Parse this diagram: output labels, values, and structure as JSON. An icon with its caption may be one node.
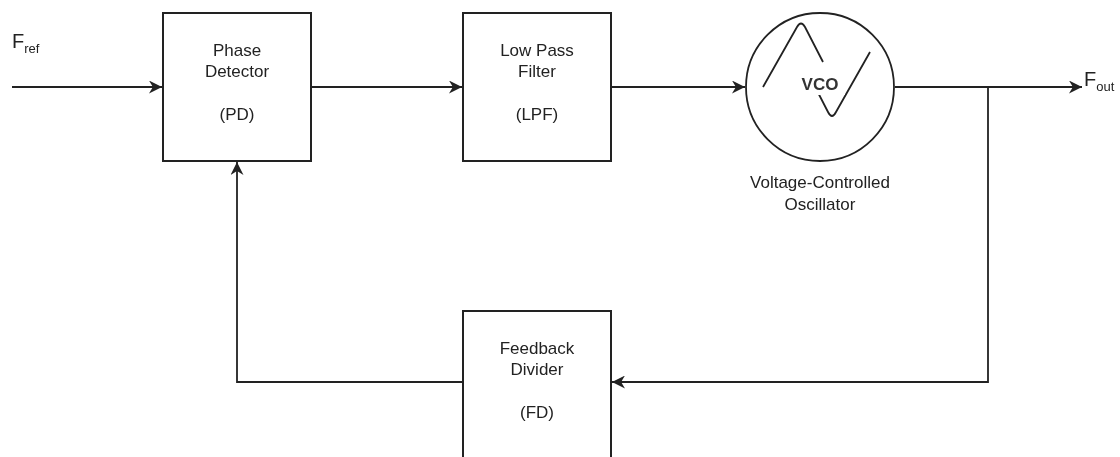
{
  "diagram": {
    "nodes": [
      {
        "text": [
          "F$_{ref}$"
        ]
      },
      {
        "text": [
          "Phase Detector",
          "(PD)"
        ]
      },
      {
        "text": [
          "Low Pass Filter",
          "(LPF)"
        ]
      },
      {
        "text": [
          "VCO"
        ],
        "beside": [
          "Voltage-Controlled Oscillator"
        ]
      },
      {
        "text": [
          "F$_{out}$"
        ]
      },
      {
        "text": [
          "Feedback Divider",
          "(FD)"
        ]
      }
    ],
    "edges": [
      {
        "from": 0,
        "to": 1,
        "arrow": "to"
      },
      {
        "from": 1,
        "to": 2,
        "arrow": "to"
      },
      {
        "from": 2,
        "to": 3,
        "arrow": "to"
      },
      {
        "from": 3,
        "to": 4,
        "arrow": "to"
      },
      {
        "from": 3,
        "to": 5,
        "arrow": "to"
      },
      {
        "from": 5,
        "to": 1,
        "arrow": "to"
      }
    ]
  }
}
